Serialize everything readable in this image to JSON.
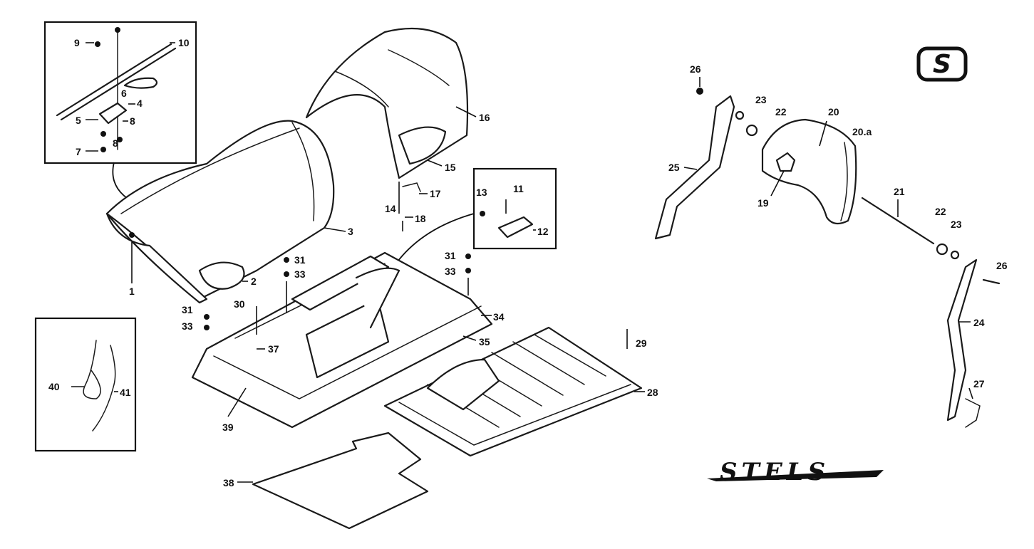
{
  "brand": {
    "logo_letter": "S",
    "wordmark": "STELS"
  },
  "callouts": {
    "c1": "1",
    "c2": "2",
    "c3": "3",
    "c4": "4",
    "c5": "5",
    "c6": "6",
    "c7": "7",
    "c8": "8",
    "c9": "9",
    "c10": "10",
    "c11": "11",
    "c12": "12",
    "c13": "13",
    "c14": "14",
    "c15": "15",
    "c16": "16",
    "c17": "17",
    "c18": "18",
    "c19": "19",
    "c20": "20",
    "c20a": "20.a",
    "c21": "21",
    "c22": "22",
    "c23": "23",
    "c24": "24",
    "c25": "25",
    "c26": "26",
    "c27": "27",
    "c28": "28",
    "c29": "29",
    "c30": "30",
    "c31": "31",
    "c33": "33",
    "c34": "34",
    "c35": "35",
    "c37": "37",
    "c38": "38",
    "c39": "39",
    "c40": "40",
    "c41": "41"
  }
}
